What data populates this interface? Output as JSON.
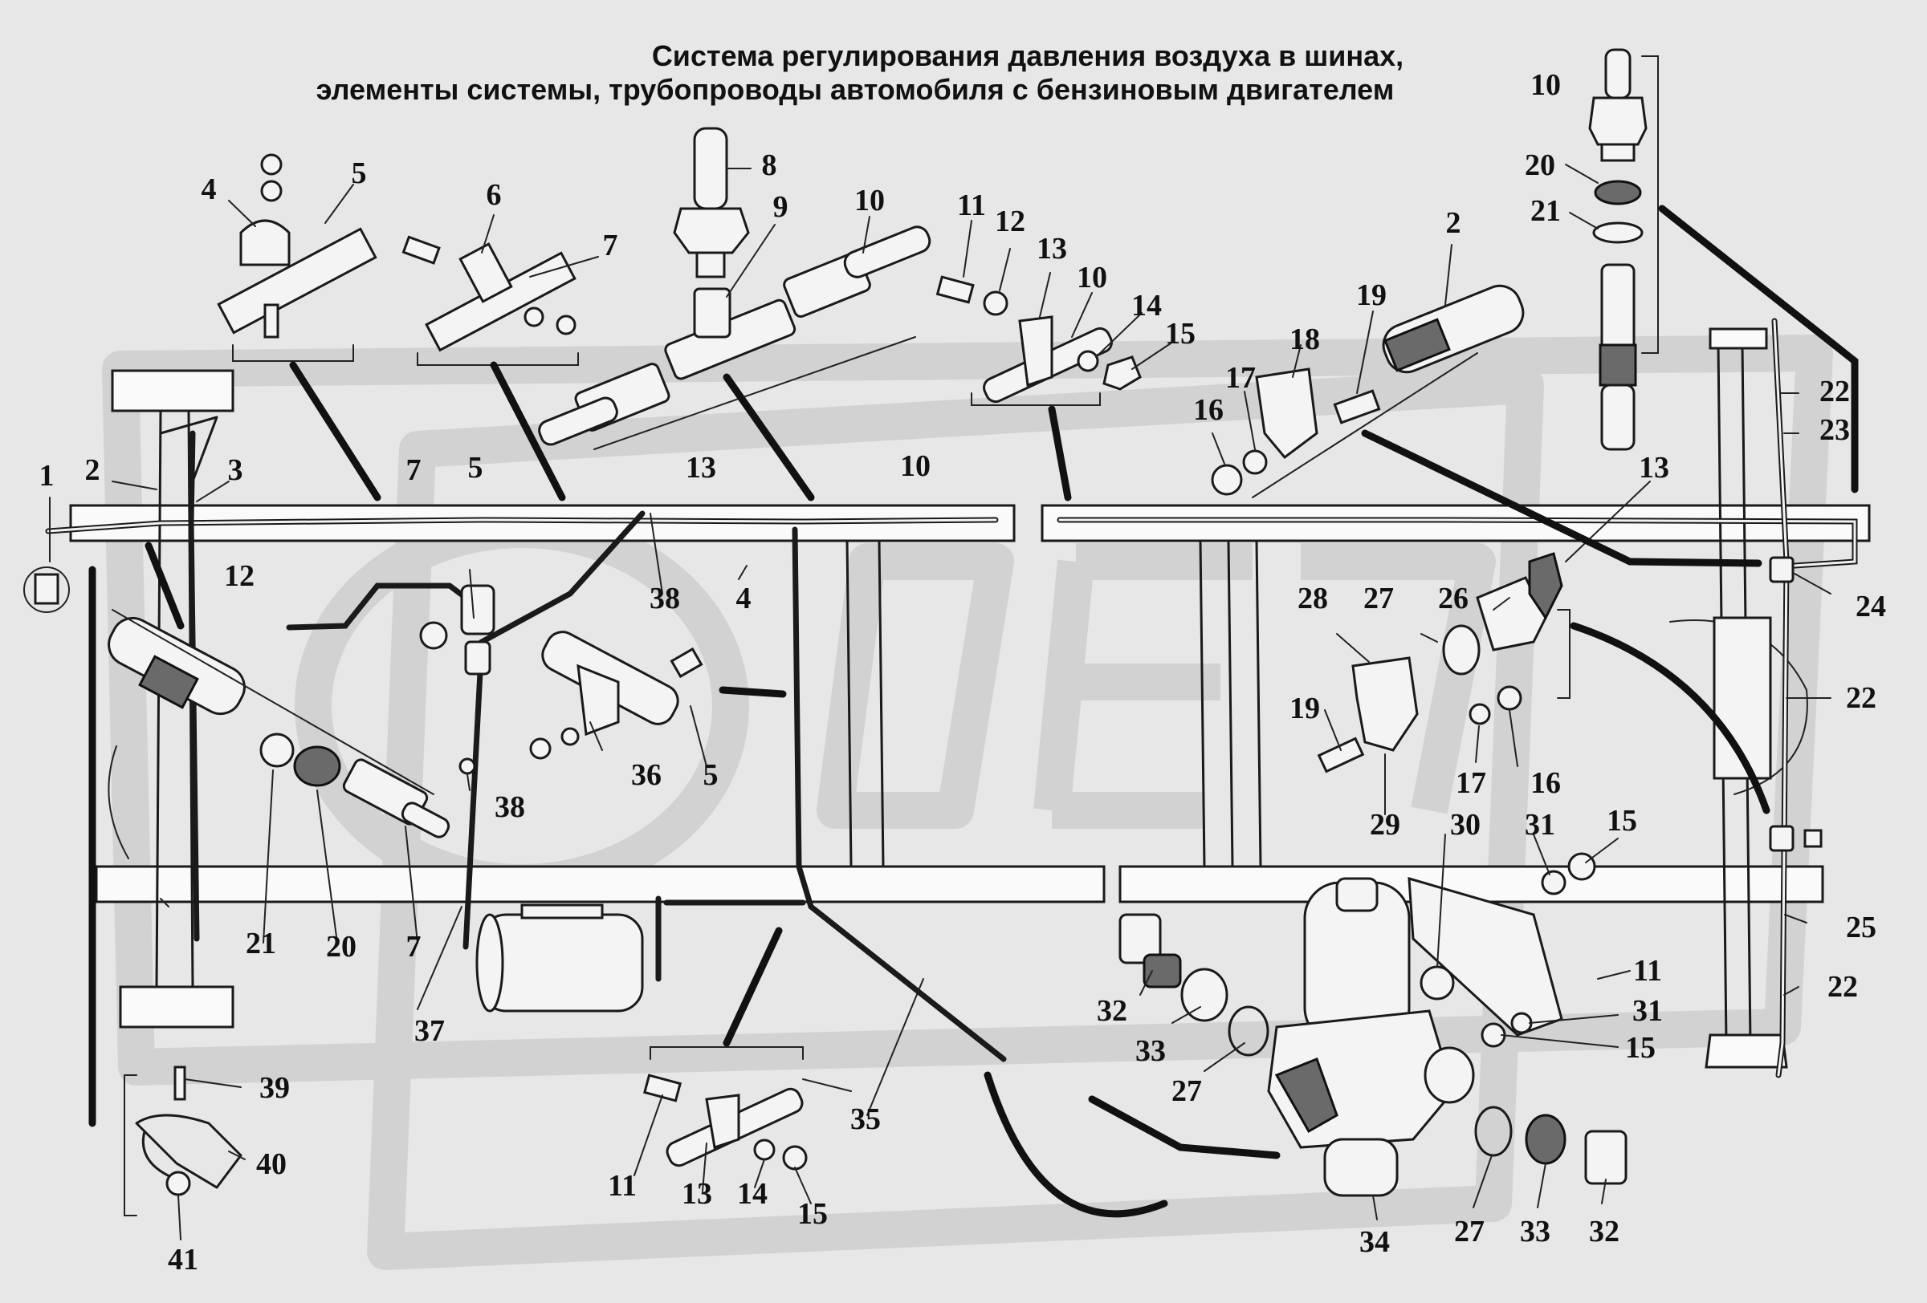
{
  "title": {
    "line1": "Система регулирования давления воздуха в шинах,",
    "line2": "элементы системы, трубопроводы автомобиля с бензиновым двигателем"
  },
  "callouts": [
    {
      "id": "c1",
      "text": "1"
    },
    {
      "id": "c2a",
      "text": "2"
    },
    {
      "id": "c3",
      "text": "3"
    },
    {
      "id": "c4a",
      "text": "4"
    },
    {
      "id": "c5a",
      "text": "5"
    },
    {
      "id": "c6",
      "text": "6"
    },
    {
      "id": "c7a",
      "text": "7"
    },
    {
      "id": "c8",
      "text": "8"
    },
    {
      "id": "c9",
      "text": "9"
    },
    {
      "id": "c10a",
      "text": "10"
    },
    {
      "id": "c11a",
      "text": "11"
    },
    {
      "id": "c12a",
      "text": "12"
    },
    {
      "id": "c13a",
      "text": "13"
    },
    {
      "id": "c10b",
      "text": "10"
    },
    {
      "id": "c14a",
      "text": "14"
    },
    {
      "id": "c15a",
      "text": "15"
    },
    {
      "id": "c2b",
      "text": "2"
    },
    {
      "id": "c19a",
      "text": "19"
    },
    {
      "id": "c18",
      "text": "18"
    },
    {
      "id": "c17a",
      "text": "17"
    },
    {
      "id": "c16a",
      "text": "16"
    },
    {
      "id": "c10c",
      "text": "10"
    },
    {
      "id": "c20a",
      "text": "20"
    },
    {
      "id": "c21a",
      "text": "21"
    },
    {
      "id": "c22a",
      "text": "22"
    },
    {
      "id": "c23",
      "text": "23"
    },
    {
      "id": "c7b",
      "text": "7"
    },
    {
      "id": "c5b",
      "text": "5"
    },
    {
      "id": "c13b",
      "text": "13"
    },
    {
      "id": "c10d",
      "text": "10"
    },
    {
      "id": "c13c",
      "text": "13"
    },
    {
      "id": "c12b",
      "text": "12"
    },
    {
      "id": "c38a",
      "text": "38"
    },
    {
      "id": "c4b",
      "text": "4"
    },
    {
      "id": "c24",
      "text": "24"
    },
    {
      "id": "c28",
      "text": "28"
    },
    {
      "id": "c27a",
      "text": "27"
    },
    {
      "id": "c26",
      "text": "26"
    },
    {
      "id": "c22b",
      "text": "22"
    },
    {
      "id": "c5c",
      "text": "5"
    },
    {
      "id": "c36",
      "text": "36"
    },
    {
      "id": "c38b",
      "text": "38"
    },
    {
      "id": "c19b",
      "text": "19"
    },
    {
      "id": "c17b",
      "text": "17"
    },
    {
      "id": "c16b",
      "text": "16"
    },
    {
      "id": "c29",
      "text": "29"
    },
    {
      "id": "c30",
      "text": "30"
    },
    {
      "id": "c31a",
      "text": "31"
    },
    {
      "id": "c15b",
      "text": "15"
    },
    {
      "id": "c21b",
      "text": "21"
    },
    {
      "id": "c20b",
      "text": "20"
    },
    {
      "id": "c7c",
      "text": "7"
    },
    {
      "id": "c25",
      "text": "25"
    },
    {
      "id": "c11b",
      "text": "11"
    },
    {
      "id": "c22c",
      "text": "22"
    },
    {
      "id": "c31b",
      "text": "31"
    },
    {
      "id": "c15c",
      "text": "15"
    },
    {
      "id": "c32a",
      "text": "32"
    },
    {
      "id": "c33a",
      "text": "33"
    },
    {
      "id": "c27b",
      "text": "27"
    },
    {
      "id": "c37",
      "text": "37"
    },
    {
      "id": "c39",
      "text": "39"
    },
    {
      "id": "c40",
      "text": "40"
    },
    {
      "id": "c35",
      "text": "35"
    },
    {
      "id": "c11c",
      "text": "11"
    },
    {
      "id": "c13d",
      "text": "13"
    },
    {
      "id": "c14b",
      "text": "14"
    },
    {
      "id": "c15d",
      "text": "15"
    },
    {
      "id": "c41",
      "text": "41"
    },
    {
      "id": "c34",
      "text": "34"
    },
    {
      "id": "c27c",
      "text": "27"
    },
    {
      "id": "c33b",
      "text": "33"
    },
    {
      "id": "c32b",
      "text": "32"
    }
  ],
  "colors": {
    "background": "#e7e7e7",
    "ink": "#1a1a1a",
    "watermark": "#d2d2d2",
    "part_fill": "#f4f4f4"
  }
}
